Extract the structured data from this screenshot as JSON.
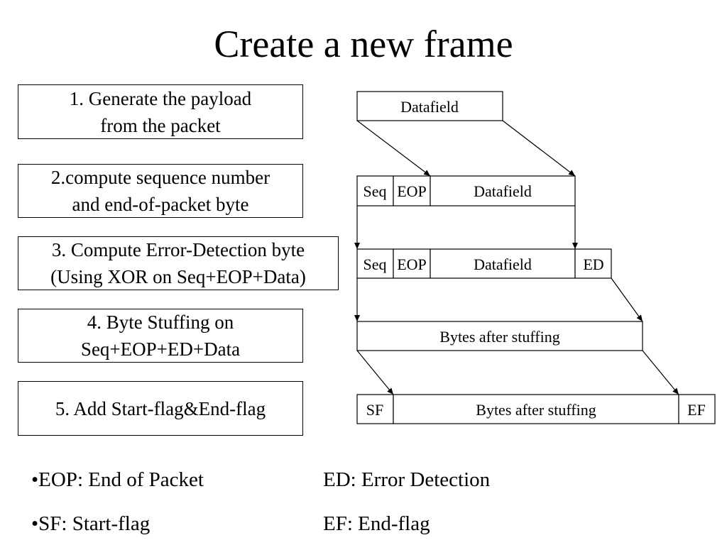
{
  "title": "Create a new frame",
  "steps": [
    {
      "line1": "1. Generate the payload",
      "line2": "from the packet"
    },
    {
      "line1": "2.compute sequence number",
      "line2": "and end-of-packet byte"
    },
    {
      "line1": "3. Compute Error-Detection byte",
      "line2": "(Using XOR on Seq+EOP+Data)"
    },
    {
      "line1": "4. Byte Stuffing on",
      "line2": "Seq+EOP+ED+Data"
    },
    {
      "line1": "5. Add Start-flag&End-flag",
      "line2": ""
    }
  ],
  "frames": {
    "row1": {
      "datafield": "Datafield"
    },
    "row2": {
      "seq": "Seq",
      "eop": "EOP",
      "datafield": "Datafield"
    },
    "row3": {
      "seq": "Seq",
      "eop": "EOP",
      "datafield": "Datafield",
      "ed": "ED"
    },
    "row4": {
      "stuffed": "Bytes after stuffing"
    },
    "row5": {
      "sf": "SF",
      "stuffed": "Bytes after stuffing",
      "ef": "EF"
    }
  },
  "legend": {
    "eop": "•EOP: End of Packet",
    "ed": "ED: Error Detection",
    "sf": "•SF: Start-flag",
    "ef": "EF: End-flag"
  }
}
